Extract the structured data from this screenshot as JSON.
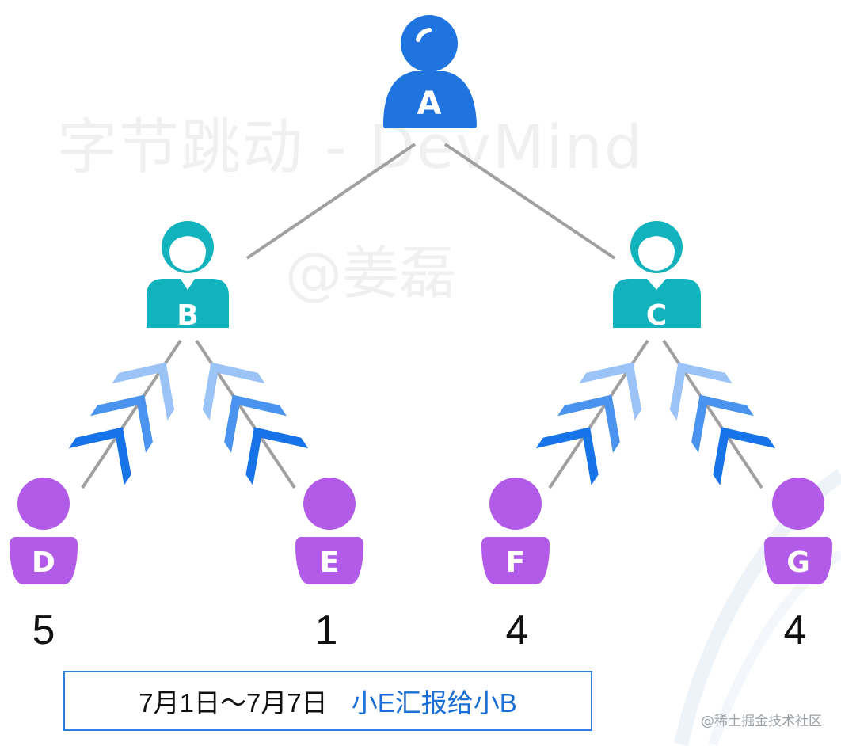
{
  "watermark": {
    "line1": "字节跳动 - DevMind",
    "line2": "@姜磊"
  },
  "nodes": {
    "A": "A",
    "B": "B",
    "C": "C",
    "D": "D",
    "E": "E",
    "F": "F",
    "G": "G"
  },
  "scores": {
    "D": "5",
    "E": "1",
    "F": "4",
    "G": "4"
  },
  "caption": {
    "period": "7月1日～7月7日",
    "event": "小E汇报给小B"
  },
  "credit": "@稀土掘金技术社区",
  "colors": {
    "root": "#1f74e0",
    "manager": "#12b3bd",
    "employee": "#b25be8",
    "line": "#a0a0a0",
    "arrow_dark": "#1673e8",
    "arrow_mid": "#4a93ee",
    "arrow_light": "#9cc3f6",
    "caption_border": "#2f7fd8"
  }
}
